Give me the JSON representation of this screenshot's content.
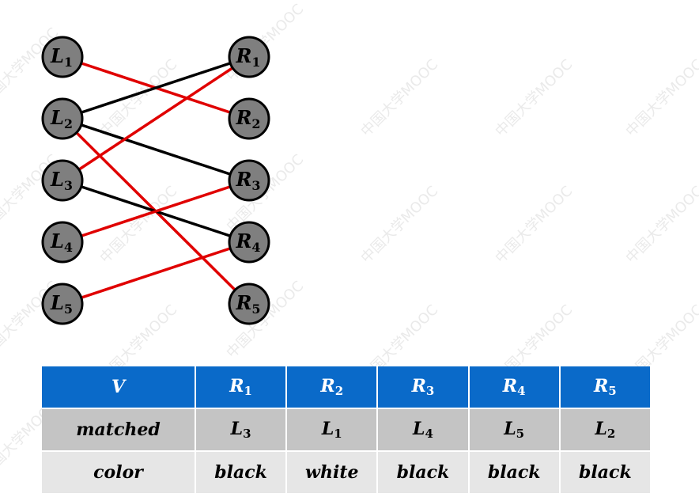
{
  "graph": {
    "left_nodes": [
      {
        "id": "L1",
        "base": "L",
        "sub": "1"
      },
      {
        "id": "L2",
        "base": "L",
        "sub": "2"
      },
      {
        "id": "L3",
        "base": "L",
        "sub": "3"
      },
      {
        "id": "L4",
        "base": "L",
        "sub": "4"
      },
      {
        "id": "L5",
        "base": "L",
        "sub": "5"
      }
    ],
    "right_nodes": [
      {
        "id": "R1",
        "base": "R",
        "sub": "1"
      },
      {
        "id": "R2",
        "base": "R",
        "sub": "2"
      },
      {
        "id": "R3",
        "base": "R",
        "sub": "3"
      },
      {
        "id": "R4",
        "base": "R",
        "sub": "4"
      },
      {
        "id": "R5",
        "base": "R",
        "sub": "5"
      }
    ],
    "edges": [
      {
        "from": "L1",
        "to": "R2",
        "color": "red"
      },
      {
        "from": "L2",
        "to": "R1",
        "color": "black"
      },
      {
        "from": "L2",
        "to": "R3",
        "color": "black"
      },
      {
        "from": "L2",
        "to": "R5",
        "color": "red"
      },
      {
        "from": "L3",
        "to": "R1",
        "color": "red"
      },
      {
        "from": "L3",
        "to": "R4",
        "color": "black"
      },
      {
        "from": "L4",
        "to": "R3",
        "color": "red"
      },
      {
        "from": "L5",
        "to": "R4",
        "color": "red"
      }
    ],
    "colors": {
      "red": "#e00000",
      "black": "#000000",
      "node_fill": "#7f7f7f",
      "node_stroke": "#000000"
    }
  },
  "table": {
    "header": {
      "label": "V",
      "cells": [
        {
          "base": "R",
          "sub": "1"
        },
        {
          "base": "R",
          "sub": "2"
        },
        {
          "base": "R",
          "sub": "3"
        },
        {
          "base": "R",
          "sub": "4"
        },
        {
          "base": "R",
          "sub": "5"
        }
      ]
    },
    "matched": {
      "label": "matched",
      "cells": [
        {
          "base": "L",
          "sub": "3"
        },
        {
          "base": "L",
          "sub": "1"
        },
        {
          "base": "L",
          "sub": "4"
        },
        {
          "base": "L",
          "sub": "5"
        },
        {
          "base": "L",
          "sub": "2"
        }
      ]
    },
    "color": {
      "label": "color",
      "cells": [
        "black",
        "white",
        "black",
        "black",
        "black"
      ]
    },
    "colors": {
      "header_bg": "#0a6ac9",
      "matched_bg": "#c4c4c4",
      "color_bg": "#e6e6e6"
    }
  },
  "watermark": {
    "text": "中国大学MOOC"
  }
}
